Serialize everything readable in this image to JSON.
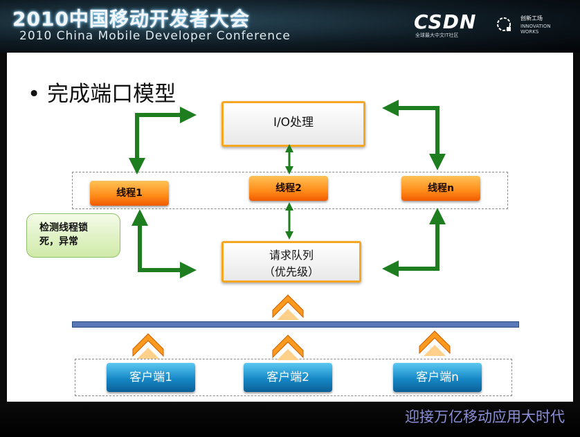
{
  "header": {
    "title": "2010中国移动开发者大会",
    "subtitle": "2010 China Mobile Developer Conference",
    "brand": "CSDN",
    "brand_sub": "全球最大中文IT社区",
    "partner_cn": "创新工场",
    "partner_en": "INNOVATION WORKS"
  },
  "slide": {
    "bullet": "• 完成端口模型",
    "io": "I/O处理",
    "threads": [
      "线程1",
      "线程2",
      "线程n"
    ],
    "queue_line1": "请求队列",
    "queue_line2": "（优先级）",
    "callout_line1": "检测线程锁",
    "callout_line2": "死，异常",
    "clients": [
      "客户端1",
      "客户端2",
      "客户端n"
    ]
  },
  "footer": {
    "tagline": "迎接万亿移动应用大时代"
  },
  "colors": {
    "arrow_green": "#1e7d1e",
    "thread_orange": "#ff8c1a",
    "client_blue": "#1688c6",
    "bus_blue": "#5a78b8"
  }
}
